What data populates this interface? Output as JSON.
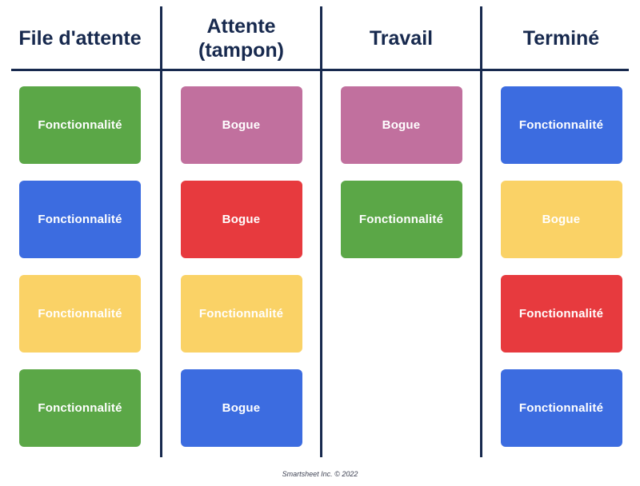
{
  "colors": {
    "navy": "#17294E",
    "footer_text": "#3F4354"
  },
  "palette": {
    "green": "#5BA747",
    "blue": "#3C6CE0",
    "yellow": "#FAD266",
    "pink": "#C1709E",
    "red": "#E73A3E"
  },
  "board": {
    "columns": [
      {
        "header": "File d'attente",
        "cards": [
          {
            "label": "Fonctionnalité",
            "color": "green"
          },
          {
            "label": "Fonctionnalité",
            "color": "blue"
          },
          {
            "label": "Fonctionnalité",
            "color": "yellow"
          },
          {
            "label": "Fonctionnalité",
            "color": "green"
          }
        ]
      },
      {
        "header": "Attente (tampon)",
        "cards": [
          {
            "label": "Bogue",
            "color": "pink"
          },
          {
            "label": "Bogue",
            "color": "red"
          },
          {
            "label": "Fonctionnalité",
            "color": "yellow"
          },
          {
            "label": "Bogue",
            "color": "blue"
          }
        ]
      },
      {
        "header": "Travail",
        "cards": [
          {
            "label": "Bogue",
            "color": "pink"
          },
          {
            "label": "Fonctionnalité",
            "color": "green"
          }
        ]
      },
      {
        "header": "Terminé",
        "cards": [
          {
            "label": "Fonctionnalité",
            "color": "blue"
          },
          {
            "label": "Bogue",
            "color": "yellow"
          },
          {
            "label": "Fonctionnalité",
            "color": "red"
          },
          {
            "label": "Fonctionnalité",
            "color": "blue"
          }
        ]
      }
    ]
  },
  "footer": {
    "credit": "Smartsheet Inc. © 2022"
  }
}
